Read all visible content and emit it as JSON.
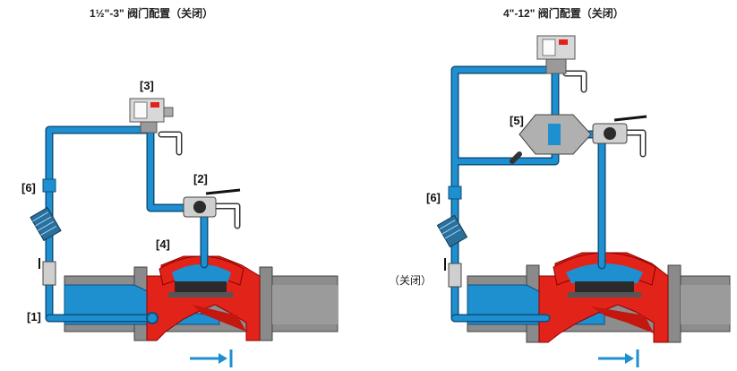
{
  "titles": {
    "left": "1½\"-3\" 阀门配置（关闭）",
    "right": "4\"-12\" 阀门配置（关闭）"
  },
  "callouts": {
    "left": [
      "[3]",
      "[2]",
      "[6]",
      "[4]",
      "[1]"
    ],
    "right": [
      "[5]",
      "[6]"
    ]
  },
  "state_note": "（关闭）",
  "colors": {
    "water": "#1e90d0",
    "pipe_outline": "#123a66",
    "body_red": "#e2231a",
    "body_gray": "#8f8f8f",
    "bonnet_dark": "#2b2b2b",
    "arrow": "#1e90d0"
  },
  "icons": {
    "flow_direction": "arrow-right-to-bar-icon",
    "solenoid": "solenoid-valve-icon",
    "ball_valve": "ball-valve-icon",
    "strainer": "strainer-icon",
    "needle_valve": "needle-valve-icon"
  }
}
